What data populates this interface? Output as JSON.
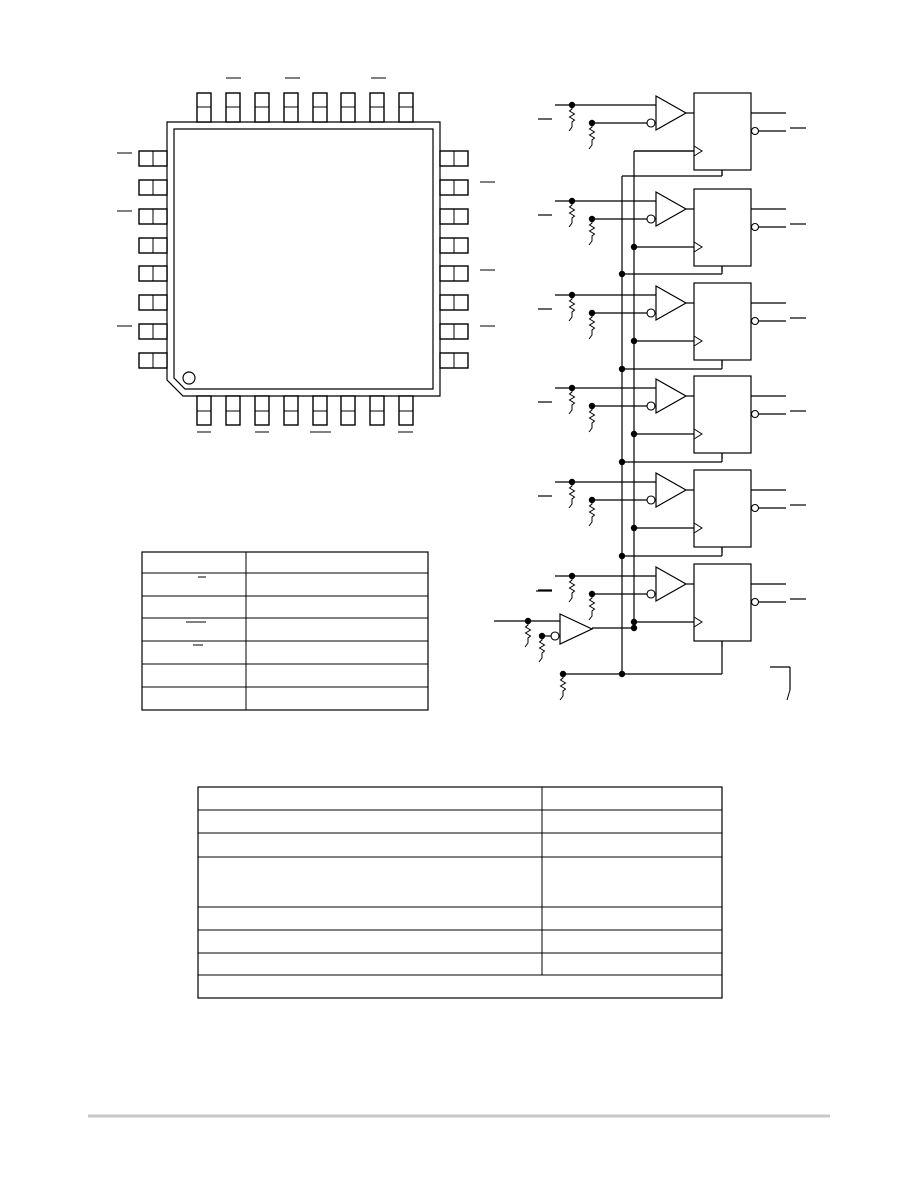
{
  "pinout": {
    "top_pin_count": 8,
    "bottom_pin_count": 8,
    "left_pin_count": 8,
    "right_pin_count": 8
  },
  "logic_diagram": {
    "register_count": 6
  },
  "pin_names_table": {
    "rows": [
      [
        "",
        ""
      ],
      [
        "",
        ""
      ],
      [
        "",
        ""
      ],
      [
        "",
        ""
      ],
      [
        "",
        ""
      ],
      [
        "",
        ""
      ]
    ]
  },
  "spec_table": {
    "rows": [
      [
        "",
        ""
      ],
      [
        "",
        ""
      ],
      [
        "",
        ""
      ],
      [
        "",
        ""
      ],
      [
        "",
        ""
      ],
      [
        "",
        ""
      ]
    ],
    "footer": ""
  },
  "footer": {
    "text": ""
  }
}
